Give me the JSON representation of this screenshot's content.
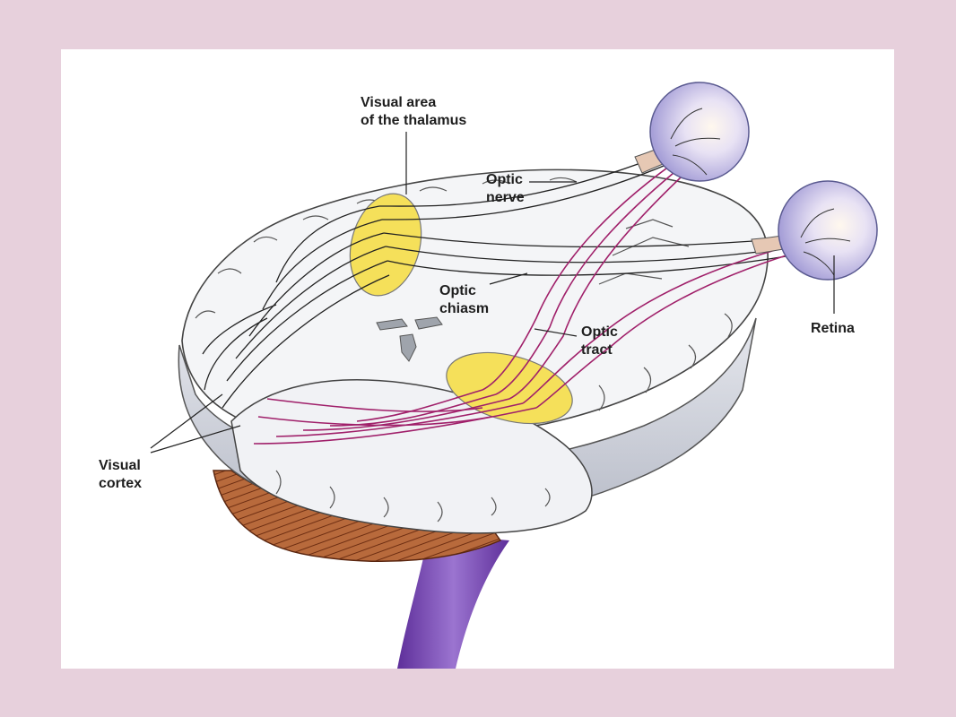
{
  "labels": {
    "visual_area_thalamus": [
      "Visual area",
      "of the thalamus"
    ],
    "optic_nerve": [
      "Optic",
      "nerve"
    ],
    "optic_chiasm": [
      "Optic",
      "chiasm"
    ],
    "optic_tract": [
      "Optic",
      "tract"
    ],
    "retina": [
      "Retina"
    ],
    "visual_cortex": [
      "Visual",
      "cortex"
    ]
  },
  "colors": {
    "page_background": "#e7d0dc",
    "slide_background": "#ffffff",
    "brain_fill": "#f2f3f5",
    "brain_shadow": "#c9ccd4",
    "thalamus_yellow": "#f5e05a",
    "optic_tract_magenta": "#a0206a",
    "eyeball": "#d8d6ee",
    "brainstem": "#7e54b8",
    "cerebellum": "#b0643a",
    "text": "#1e1e1e"
  }
}
